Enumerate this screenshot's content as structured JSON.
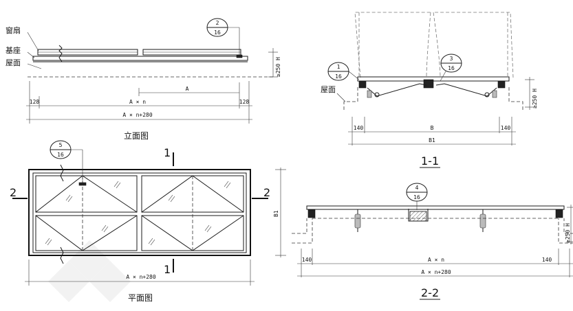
{
  "elevation": {
    "label_sash": "窗扇",
    "label_base": "基座",
    "label_roof": "屋面",
    "callout_2": {
      "num": "2",
      "sheet": "16"
    },
    "dim_h": "≥250 H",
    "dim_A": "A",
    "dim_Axn": "A × n",
    "dim_left": "128",
    "dim_right": "128",
    "dim_total": "A × n+280",
    "title": "立面图"
  },
  "plan": {
    "callout_5": {
      "num": "5",
      "sheet": "16"
    },
    "cut_1_top": "1",
    "cut_1_bottom": "1",
    "cut_2_left": "2",
    "cut_2_right": "2",
    "dim_B1": "B1",
    "dim_total": "A × n+280",
    "title": "平面图"
  },
  "section11": {
    "callout_1": {
      "num": "1",
      "sheet": "16"
    },
    "callout_3": {
      "num": "3",
      "sheet": "16"
    },
    "label_roof": "屋面",
    "dim_h": "≥250 H",
    "dim_left": "140",
    "dim_B": "B",
    "dim_right": "140",
    "dim_B1": "B1",
    "title": "1-1"
  },
  "section22": {
    "callout_4": {
      "num": "4",
      "sheet": "16"
    },
    "dim_h": "≥250 H",
    "dim_left": "140",
    "dim_Axn": "A × n",
    "dim_right": "140",
    "dim_total": "A × n+280",
    "title": "2-2"
  }
}
